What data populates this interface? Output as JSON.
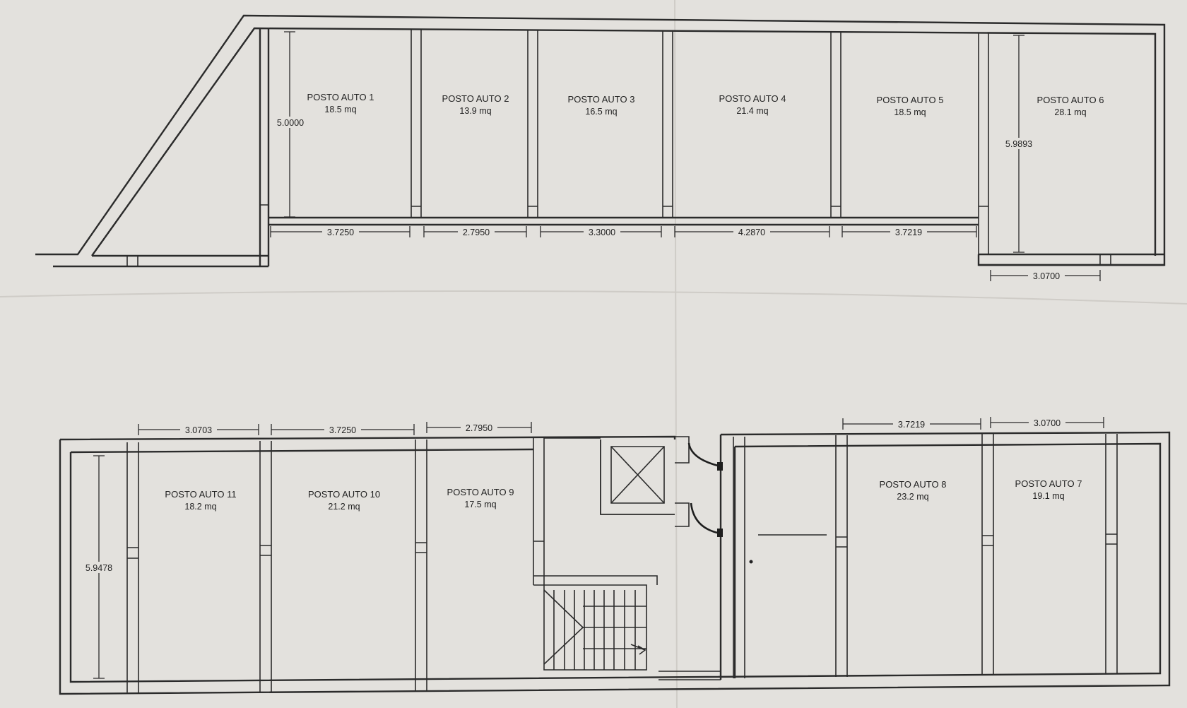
{
  "parking_spaces": [
    {
      "id": "1",
      "name": "POSTO AUTO 1",
      "area": "18.5 mq"
    },
    {
      "id": "2",
      "name": "POSTO AUTO 2",
      "area": "13.9 mq"
    },
    {
      "id": "3",
      "name": "POSTO AUTO 3",
      "area": "16.5 mq"
    },
    {
      "id": "4",
      "name": "POSTO AUTO 4",
      "area": "21.4 mq"
    },
    {
      "id": "5",
      "name": "POSTO AUTO 5",
      "area": "18.5 mq"
    },
    {
      "id": "6",
      "name": "POSTO AUTO 6",
      "area": "28.1 mq"
    },
    {
      "id": "7",
      "name": "POSTO AUTO 7",
      "area": "19.1 mq"
    },
    {
      "id": "8",
      "name": "POSTO AUTO 8",
      "area": "23.2 mq"
    },
    {
      "id": "9",
      "name": "POSTO AUTO 9",
      "area": "17.5 mq"
    },
    {
      "id": "10",
      "name": "POSTO AUTO 10",
      "area": "21.2 mq"
    },
    {
      "id": "11",
      "name": "POSTO AUTO 11",
      "area": "18.2 mq"
    }
  ],
  "dimensions": {
    "top_width_1": "3.7250",
    "top_width_2": "2.7950",
    "top_width_3": "3.3000",
    "top_width_4": "4.2870",
    "top_width_5": "3.7219",
    "space6_width": "3.0700",
    "top_depth": "5.0000",
    "space6_depth": "5.9893",
    "bottom_width_11": "3.0703",
    "bottom_width_10": "3.7250",
    "bottom_width_9": "2.7950",
    "bottom_width_8": "3.7219",
    "bottom_width_7": "3.0700",
    "bottom_depth": "5.9478"
  }
}
